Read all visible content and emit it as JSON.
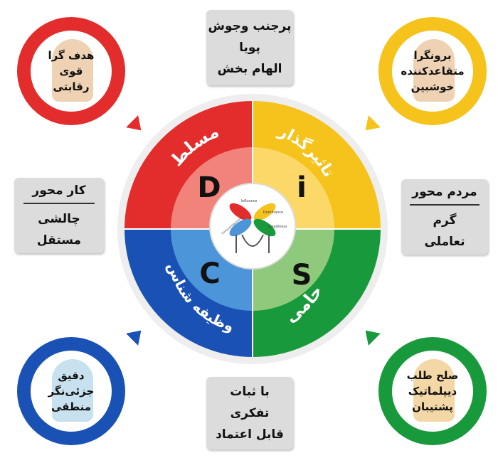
{
  "quadrants": {
    "d": {
      "letter": "D",
      "word": "مسلط",
      "outer_color": "#e32c2c",
      "inner_color": "#f2837a"
    },
    "i": {
      "letter": "i",
      "word": "تاثیرگذار",
      "outer_color": "#f6c21c",
      "inner_color": "#fbd868"
    },
    "s": {
      "letter": "S",
      "word": "حامی",
      "outer_color": "#189a3c",
      "inner_color": "#8fc97b"
    },
    "c": {
      "letter": "C",
      "word": "وظیفه شناس",
      "outer_color": "#1a51b5",
      "inner_color": "#4b95d8"
    }
  },
  "center_logo": {
    "labels": [
      "Influence",
      "Dominance",
      "Conscientiousness",
      "Steadiness"
    ]
  },
  "top_box": {
    "lines": [
      "پرجنب وجوش",
      "پویا",
      "الهام بخش"
    ]
  },
  "bottom_box": {
    "lines": [
      "با ثبات",
      "تفکری",
      "قابل اعتماد"
    ]
  },
  "left_box": {
    "header": "کار محور",
    "lines": [
      "چالشی",
      "مستقل"
    ]
  },
  "right_box": {
    "header": "مردم محور",
    "lines": [
      "گرم",
      "تعاملی"
    ]
  },
  "rings": {
    "top_left": {
      "color": "#e32c2c",
      "bg": "#e8c39a",
      "lines": [
        "هدف گرا",
        "قوی",
        "رقابتی"
      ]
    },
    "top_right": {
      "color": "#f6c21c",
      "bg": "#e8c39a",
      "lines": [
        "برونگرا",
        "متقاعدکننده",
        "خوشبین"
      ]
    },
    "bottom_left": {
      "color": "#1a51b5",
      "bg": "#b6d7ea",
      "lines": [
        "دقیق",
        "جزئی‌نگر",
        "منطقی"
      ]
    },
    "bottom_right": {
      "color": "#189a3c",
      "bg": "#f0c98a",
      "lines": [
        "صلح طلب",
        "دیپلماتیک",
        "پشتیبان"
      ]
    }
  }
}
